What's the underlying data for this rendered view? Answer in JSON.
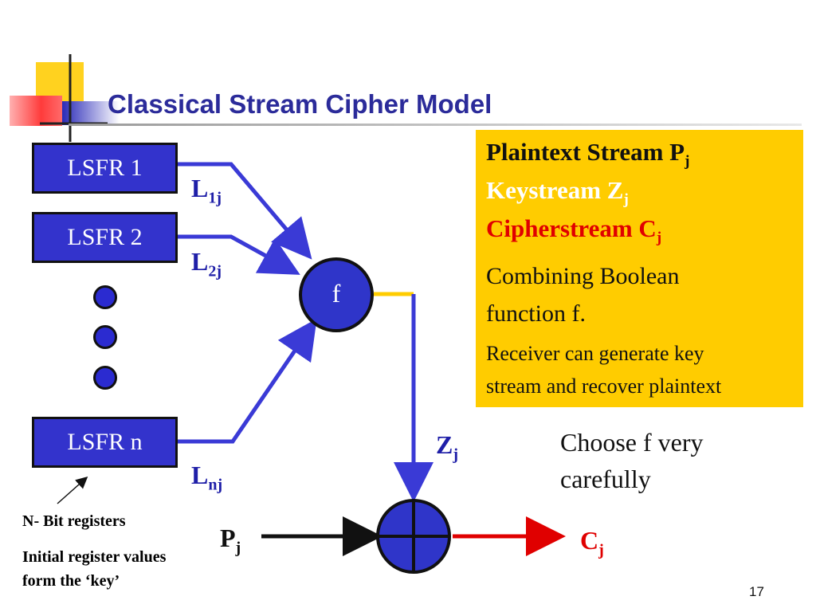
{
  "title": "Classical Stream Cipher Model",
  "registers": [
    {
      "label": "LSFR 1",
      "output": "L",
      "output_sub": "1j"
    },
    {
      "label": "LSFR 2",
      "output": "L",
      "output_sub": "2j"
    },
    {
      "label": "LSFR n",
      "output": "L",
      "output_sub": "nj"
    }
  ],
  "function_label": "f",
  "keystream_label": {
    "main": "Z",
    "sub": "j"
  },
  "plaintext_label": {
    "main": "P",
    "sub": "j"
  },
  "ciphertext_label": {
    "main": "C",
    "sub": "j"
  },
  "info_box": {
    "plaintext": {
      "text": "Plaintext Stream P",
      "sub": "j"
    },
    "keystream": {
      "text": "Keystream Z",
      "sub": "j"
    },
    "cipherstream": {
      "text": "Cipherstream C",
      "sub": "j"
    },
    "combining_line1": "Combining Boolean",
    "combining_line2": "function f.",
    "receiver_line1": "Receiver can generate key",
    "receiver_line2": "stream and recover plaintext"
  },
  "choose_note_line1": "Choose f  very",
  "choose_note_line2": "carefully",
  "register_notes": {
    "line1": "N- Bit registers",
    "line2": "Initial register values",
    "line3": "form the ‘key’"
  },
  "page_number": "17",
  "colors": {
    "title": "#2b2b9a",
    "register_fill": "#3333cc",
    "arrow_blue": "#3a3ad6",
    "info_box": "#ffcc00",
    "keystream_text": "#ffffff",
    "cipher_red": "#e00000",
    "deco_yellow": "#ffd21f",
    "deco_red": "#ff5a5a",
    "deco_blue": "#4040d0"
  }
}
